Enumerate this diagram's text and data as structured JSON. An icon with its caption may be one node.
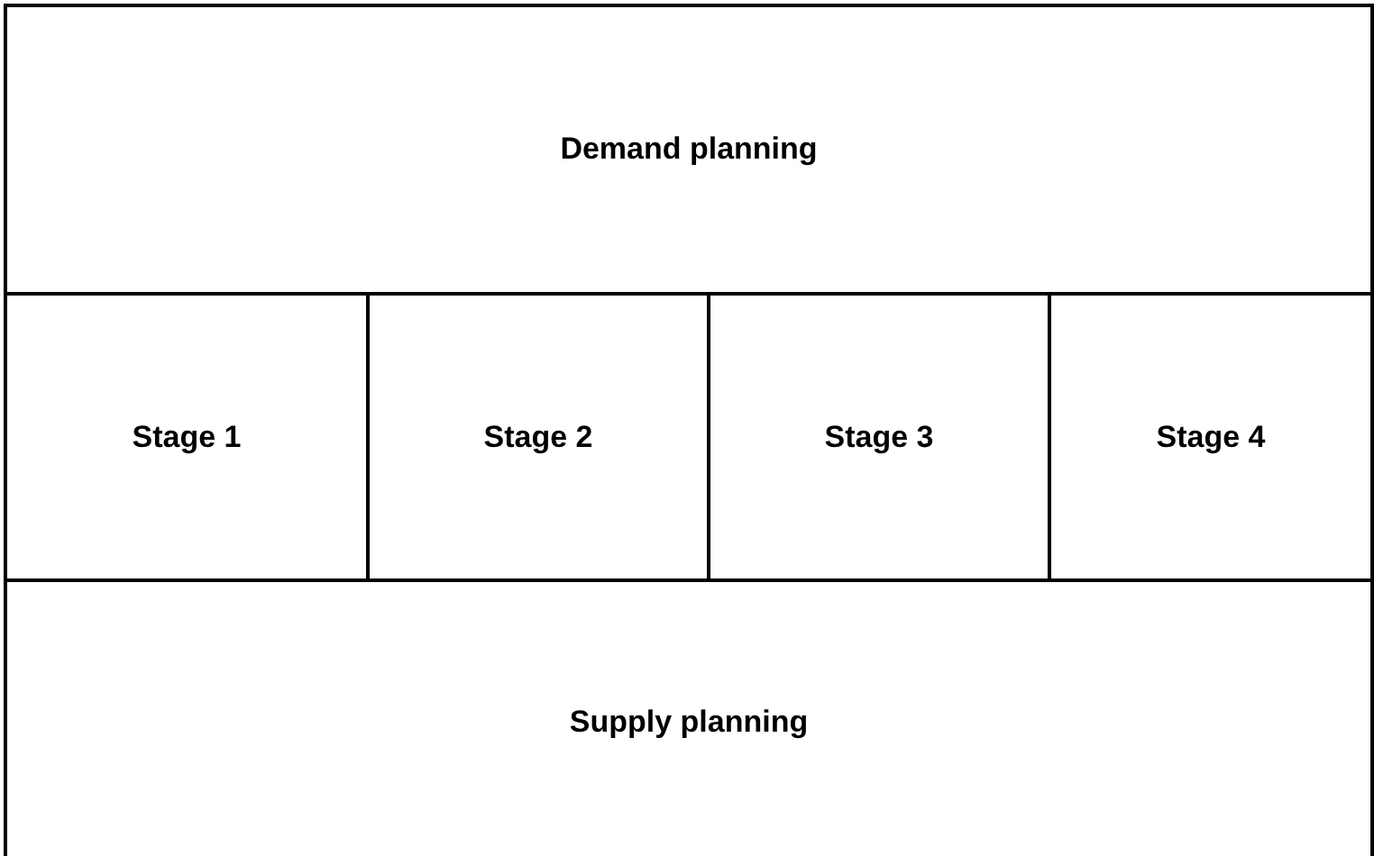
{
  "diagram": {
    "nodes": [
      {
        "text": [
          "Demand planning"
        ]
      },
      {
        "text": [
          "Stage 1"
        ]
      },
      {
        "text": [
          "Stage 2"
        ]
      },
      {
        "text": [
          "Stage 3"
        ]
      },
      {
        "text": [
          "Stage 4"
        ]
      },
      {
        "text": [
          "Supply planning"
        ]
      }
    ]
  }
}
